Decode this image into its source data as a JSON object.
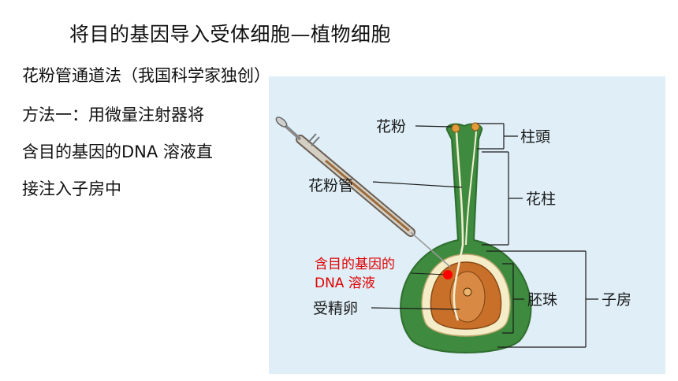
{
  "slide": {
    "title": "将目的基因导入受体细胞—植物细胞",
    "subtitle": "花粉管通道法（我国科学家独创）",
    "body_lines": [
      "方法一：用微量注射器将",
      "含目的基因的DNA 溶液直",
      "接注入子房中"
    ]
  },
  "figure": {
    "labels": {
      "pollen": "花粉",
      "stigma": "柱頭",
      "pollen_tube": "花粉管",
      "style": "花柱",
      "dna_line1": "含目的基因的",
      "dna_line2": "DNA 溶液",
      "ovule": "胚珠",
      "ovary": "子房",
      "zygote": "受精卵"
    },
    "colors": {
      "pistil": "#3e8a3e",
      "figure_bg": "#dfeef7",
      "ovule": "#c8702a",
      "pollen": "#e39a3a",
      "dna_text": "#e00000",
      "dna_dot": "#ff0000"
    }
  }
}
